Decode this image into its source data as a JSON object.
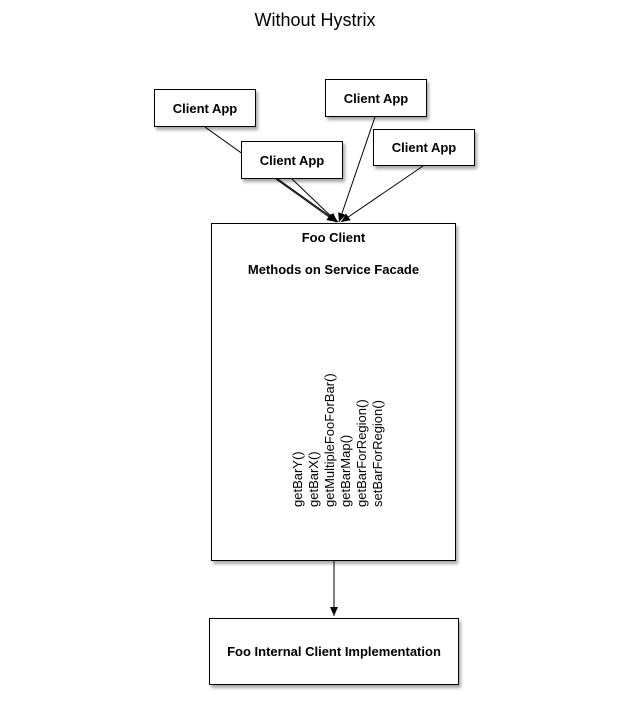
{
  "title": "Without Hystrix",
  "client_apps": [
    {
      "label": "Client App"
    },
    {
      "label": "Client App"
    },
    {
      "label": "Client App"
    },
    {
      "label": "Client App"
    }
  ],
  "foo_client": {
    "title": "Foo Client",
    "subtitle": "Methods on Service Facade",
    "methods": [
      "getBarY()",
      "getBarX()",
      "getMultipleFooForBar()",
      "getBarMap()",
      "getBarForRegion()",
      "setBarForRegion()"
    ]
  },
  "implementation": {
    "label": "Foo Internal Client Implementation"
  }
}
